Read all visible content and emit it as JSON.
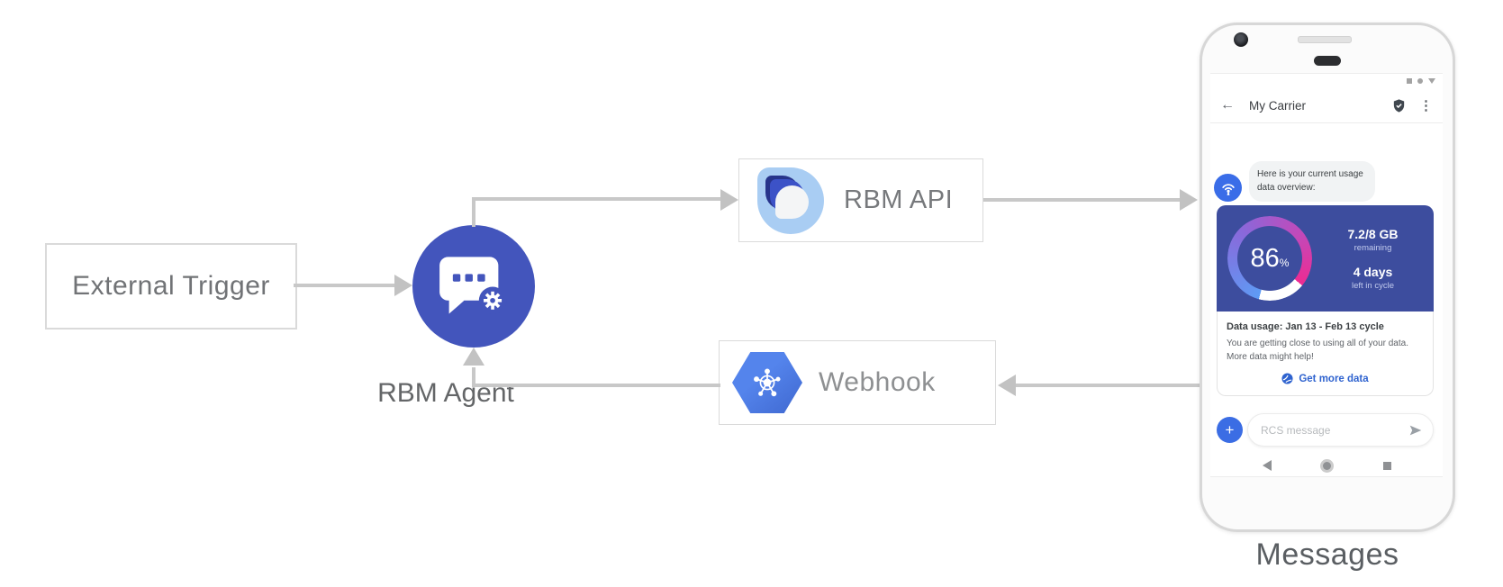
{
  "diagram": {
    "external_trigger_label": "External Trigger",
    "rbm_agent_label": "RBM Agent",
    "rbm_api_label": "RBM API",
    "webhook_label": "Webhook",
    "phone_caption": "Messages"
  },
  "phone": {
    "header": {
      "back_icon": "←",
      "title": "My Carrier",
      "verified_icon_name": "verified-shield-check",
      "menu_icon": "⋮"
    },
    "status_icon_names": [
      "status-square",
      "status-dot",
      "status-caret-down"
    ],
    "chat": {
      "avatar_icon_name": "broadcast-antenna",
      "bubble_text": "Here is your current usage data overview:"
    },
    "usage_card": {
      "gauge_percent": "86",
      "gauge_percent_symbol": "%",
      "remaining_value": "7.2/8 GB",
      "remaining_label": "remaining",
      "cycle_value": "4 days",
      "cycle_label": "left in cycle",
      "title": "Data usage: Jan 13 - Feb 13 cycle",
      "body_line1": "You are getting close to using all of your data.",
      "body_line2": "More data might help!",
      "action_icon_name": "globe",
      "action_label": "Get more data"
    },
    "composer": {
      "plus_icon": "+",
      "placeholder": "RCS message",
      "send_icon_name": "send-arrow"
    },
    "navbar_icon_names": [
      "back-triangle",
      "home-circle",
      "recents-square"
    ]
  },
  "colors": {
    "agent_circle": "#4355bc",
    "usage_card": "#3d4d9e",
    "webhook_hex": "#4a77e4",
    "avatar_blue": "#3a6de8",
    "plus_button": "#3b6de4",
    "link_blue": "#2f63cf",
    "arrow_gray": "#c8c8c8",
    "gauge_gradient": [
      "#5e9bf5",
      "#8a68da",
      "#c448b8",
      "#ee2b92"
    ]
  }
}
